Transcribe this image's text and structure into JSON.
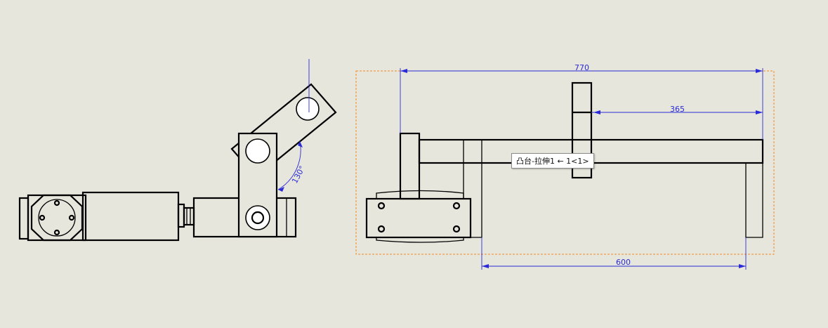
{
  "drawing": {
    "angle_dimension": "130°",
    "dimensions": {
      "overall_length": "770",
      "offset_length": "365",
      "bottom_length": "600"
    },
    "tooltip": "凸台-拉伸1 ← 1<1>"
  },
  "colors": {
    "background": "#e7e6dc",
    "dimension": "#2a2ad6",
    "selection_box": "#f08a24"
  }
}
